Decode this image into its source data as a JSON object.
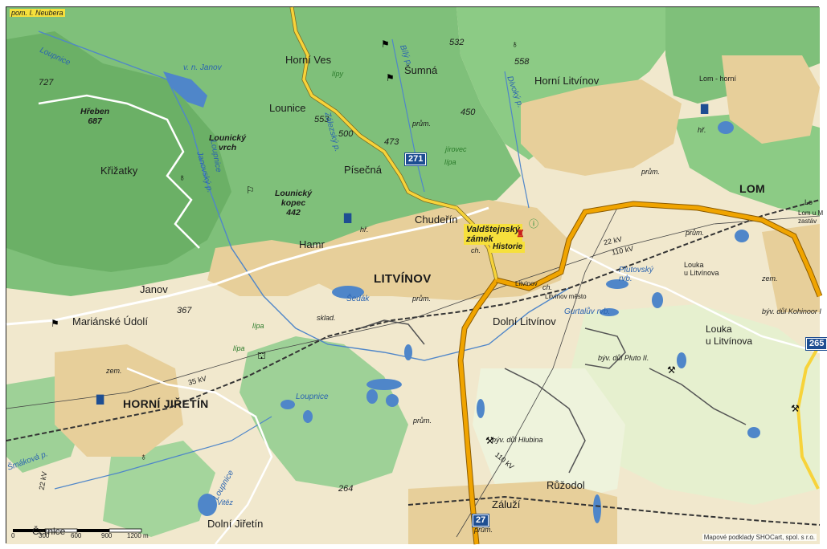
{
  "map": {
    "top_left_note": "pom. I. Neubera",
    "copyright": "Mapové podklady SHOCart, spol. s r.o.",
    "places": [
      {
        "id": "horni-ves",
        "text": "Horní Ves"
      },
      {
        "id": "sumna",
        "text": "Šumná"
      },
      {
        "id": "horni-litvinov",
        "text": "Horní Litvínov"
      },
      {
        "id": "lom-horni",
        "text": "Lom - horní"
      },
      {
        "id": "lounice",
        "text": "Lounice"
      },
      {
        "id": "krizatky",
        "text": "Křižatky"
      },
      {
        "id": "pisecna",
        "text": "Písečná"
      },
      {
        "id": "chuderin",
        "text": "Chudeřín"
      },
      {
        "id": "lom",
        "text": "LOM"
      },
      {
        "id": "hamr",
        "text": "Hamr"
      },
      {
        "id": "litvinov",
        "text": "LITVÍNOV"
      },
      {
        "id": "janov",
        "text": "Janov"
      },
      {
        "id": "marianske-udoli",
        "text": "Mariánské Údolí"
      },
      {
        "id": "dolni-litvinov",
        "text": "Dolní Litvínov"
      },
      {
        "id": "louka",
        "text": "Louka\nu Litvínova"
      },
      {
        "id": "louka-small",
        "text": "Louka\nu Litvínova"
      },
      {
        "id": "horni-jiretin",
        "text": "HORNÍ JIŘETÍN"
      },
      {
        "id": "ruzodol",
        "text": "Růžodol"
      },
      {
        "id": "zaluzi",
        "text": "Záluží"
      },
      {
        "id": "dolni-jiretin",
        "text": "Dolní Jiřetín"
      },
      {
        "id": "cernice",
        "text": "Černice"
      },
      {
        "id": "litvinov-mesto",
        "text": "Litvínov město"
      },
      {
        "id": "litvinov-stn",
        "text": "Litvínov"
      },
      {
        "id": "lom-u-m",
        "text": "Lom u M\nzastáv"
      },
      {
        "id": "lom-edge",
        "text": "Lo"
      }
    ],
    "hills": [
      {
        "id": "hreben",
        "text": "Hřeben\n687"
      },
      {
        "id": "lounicky-vrch",
        "text": "Lounický\nvrch"
      },
      {
        "id": "lounicky-kopec",
        "text": "Lounický\nkopec\n442"
      }
    ],
    "spot_heights": [
      "727",
      "553",
      "473",
      "532",
      "558",
      "367",
      "264",
      "450",
      "500"
    ],
    "waters": [
      {
        "id": "sedlak",
        "text": "Šedák"
      },
      {
        "id": "loupnice",
        "text": "Loupnice"
      },
      {
        "id": "loupnice-top",
        "text": "Loupnice"
      },
      {
        "id": "loupnice-bottom",
        "text": "Loupnice"
      },
      {
        "id": "plutovsky",
        "text": "Plutovský\nrvb."
      },
      {
        "id": "gurtaliv",
        "text": "Gurtalův rvb."
      },
      {
        "id": "janovsky",
        "text": "Janovský p."
      },
      {
        "id": "zalezsky",
        "text": "Zálezský p."
      },
      {
        "id": "bily-p",
        "text": "Bílý p."
      },
      {
        "id": "divoky-p",
        "text": "Divoký p."
      },
      {
        "id": "vn-janov",
        "text": "v. n. Janov"
      },
      {
        "id": "loupnice-left",
        "text": "Loupnice"
      },
      {
        "id": "vitez",
        "text": "Vitěz"
      },
      {
        "id": "kenticko-p",
        "text": "Šmáková p."
      }
    ],
    "labels_small": [
      {
        "id": "prum1",
        "text": "prům."
      },
      {
        "id": "prum2",
        "text": "prům."
      },
      {
        "id": "prum3",
        "text": "prům."
      },
      {
        "id": "prum4",
        "text": "prům."
      },
      {
        "id": "prum5",
        "text": "prům."
      },
      {
        "id": "prum6",
        "text": "prům."
      },
      {
        "id": "zem1",
        "text": "zem."
      },
      {
        "id": "zem2",
        "text": "zem."
      },
      {
        "id": "sklad",
        "text": "sklad."
      },
      {
        "id": "ch1",
        "text": "ch."
      },
      {
        "id": "ch2",
        "text": "ch."
      },
      {
        "id": "hr1",
        "text": "hř."
      },
      {
        "id": "hr2",
        "text": "hř."
      },
      {
        "id": "lipy",
        "text": "lípy"
      },
      {
        "id": "lipa1",
        "text": "lípa"
      },
      {
        "id": "lipa2",
        "text": "lípa"
      },
      {
        "id": "lipa3",
        "text": "lípa"
      },
      {
        "id": "jirovec",
        "text": "jírovec"
      },
      {
        "id": "kv22",
        "text": "22 kV"
      },
      {
        "id": "kv110",
        "text": "110 kV"
      },
      {
        "id": "kv35",
        "text": "35 kV"
      },
      {
        "id": "kv110b",
        "text": "110 kV"
      },
      {
        "id": "kv22b",
        "text": "22 kV"
      },
      {
        "id": "pluto",
        "text": "býv. důl Pluto II."
      },
      {
        "id": "hlubina",
        "text": "býv. důl Hlubina"
      },
      {
        "id": "kohinoor",
        "text": "býv. důl Kohinoor I"
      }
    ],
    "castle": {
      "line1": "Valdštejnský",
      "line2": "zámek",
      "historie": "Historie"
    },
    "road_shields": [
      "271",
      "27",
      "265"
    ],
    "scale": {
      "labels": [
        "0",
        "300",
        "600",
        "900",
        "1200 m"
      ]
    },
    "colors": {
      "forest": "#7fc07a",
      "forest_dark": "#66ad63",
      "open": "#f2e9cf",
      "urban": "#e8d3a3",
      "water": "#4f86c9",
      "road_main": "#f0a400",
      "road_yellow": "#f7d33a",
      "shield": "#1e4e92"
    }
  }
}
